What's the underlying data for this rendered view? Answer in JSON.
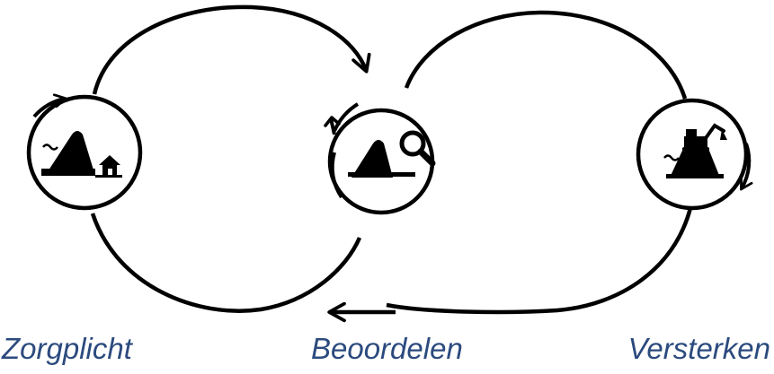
{
  "labels": {
    "zorgplicht": "Zorgplicht",
    "beoordelen": "Beoordelen",
    "versterken": "Versterken"
  },
  "colors": {
    "stroke": "#000000",
    "label": "#2b4a7e",
    "background": "#ffffff"
  },
  "icons": {
    "zorgplicht": "dike-with-house-icon",
    "beoordelen": "dike-with-magnifier-icon",
    "versterken": "dike-with-excavator-icon"
  }
}
